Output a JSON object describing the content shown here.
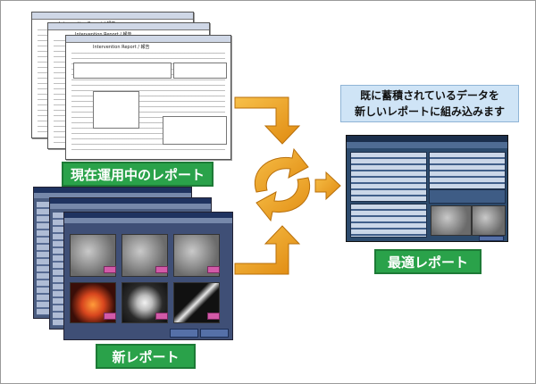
{
  "labels": {
    "current_report": "現在運用中のレポート",
    "new_report": "新レポート",
    "optimal_report": "最適レポート"
  },
  "callout": {
    "line1": "既に蓄積されているデータを",
    "line2": "新しいレポートに組み込みます"
  },
  "document_window": {
    "title": "Intervention Report / 報告"
  },
  "colors": {
    "label_green": "#2aa24a",
    "arrow_orange": "#f2a31c",
    "callout_blue": "#cfe4f6"
  },
  "icons": {
    "cycle": "refresh-cycle-icon",
    "flow": "bent-arrow-icon",
    "forward": "right-arrow-icon"
  }
}
